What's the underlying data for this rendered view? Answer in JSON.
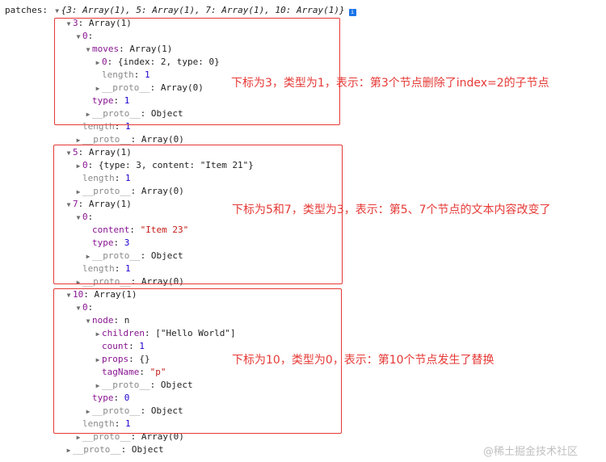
{
  "console": {
    "root_label": "patches:",
    "root_summary": "{3: Array(1), 5: Array(1), 7: Array(1), 10: Array(1)}",
    "info_icon": "info-icon",
    "rows": [
      {
        "arrow": "down",
        "key": "3",
        "value": "Array(1)"
      },
      {
        "arrow": "down",
        "key": "0",
        "value": ""
      },
      {
        "arrow": "down",
        "key": "moves",
        "value": "Array(1)"
      },
      {
        "arrow": "right",
        "key": "0",
        "value": "{index: 2, type: 0}"
      },
      {
        "arrow": "",
        "key": "length",
        "value": "1"
      },
      {
        "arrow": "right",
        "key": "__proto__",
        "value": "Array(0)"
      },
      {
        "arrow": "",
        "key": "type",
        "value": "1"
      },
      {
        "arrow": "right",
        "key": "__proto__",
        "value": "Object"
      },
      {
        "arrow": "",
        "key": "length",
        "value": "1"
      },
      {
        "arrow": "right",
        "key": "__proto__",
        "value": "Array(0)"
      },
      {
        "arrow": "down",
        "key": "5",
        "value": "Array(1)"
      },
      {
        "arrow": "right",
        "key": "0",
        "value": "{type: 3, content: \"Item 21\"}"
      },
      {
        "arrow": "",
        "key": "length",
        "value": "1"
      },
      {
        "arrow": "right",
        "key": "__proto__",
        "value": "Array(0)"
      },
      {
        "arrow": "down",
        "key": "7",
        "value": "Array(1)"
      },
      {
        "arrow": "down",
        "key": "0",
        "value": ""
      },
      {
        "arrow": "",
        "key": "content",
        "value": "\"Item 23\""
      },
      {
        "arrow": "",
        "key": "type",
        "value": "3"
      },
      {
        "arrow": "right",
        "key": "__proto__",
        "value": "Object"
      },
      {
        "arrow": "",
        "key": "length",
        "value": "1"
      },
      {
        "arrow": "right",
        "key": "__proto__",
        "value": "Array(0)"
      },
      {
        "arrow": "down",
        "key": "10",
        "value": "Array(1)"
      },
      {
        "arrow": "down",
        "key": "0",
        "value": ""
      },
      {
        "arrow": "down",
        "key": "node",
        "value": "n"
      },
      {
        "arrow": "right",
        "key": "children",
        "value": "[\"Hello World\"]"
      },
      {
        "arrow": "",
        "key": "count",
        "value": "1"
      },
      {
        "arrow": "right",
        "key": "props",
        "value": "{}"
      },
      {
        "arrow": "",
        "key": "tagName",
        "value": "\"p\""
      },
      {
        "arrow": "right",
        "key": "__proto__",
        "value": "Object"
      },
      {
        "arrow": "",
        "key": "type",
        "value": "0"
      },
      {
        "arrow": "right",
        "key": "__proto__",
        "value": "Object"
      },
      {
        "arrow": "",
        "key": "length",
        "value": "1"
      },
      {
        "arrow": "right",
        "key": "__proto__",
        "value": "Array(0)"
      },
      {
        "arrow": "right",
        "key": "__proto__",
        "value": "Object"
      }
    ]
  },
  "annotations": {
    "note_1": "下标为3，类型为1，表示：第3个节点删除了index=2的子节点",
    "note_2": "下标为5和7，类型为3，表示：第5、7个节点的文本内容改变了",
    "note_3": "下标为10，类型为0，表示：第10个节点发生了替换",
    "highlight_color": "#e53935"
  },
  "watermark": "@稀土掘金技术社区",
  "colors": {
    "key": "#881391",
    "string": "#c41a16",
    "number": "#1c00cf",
    "proto": "#8a8a8a"
  }
}
